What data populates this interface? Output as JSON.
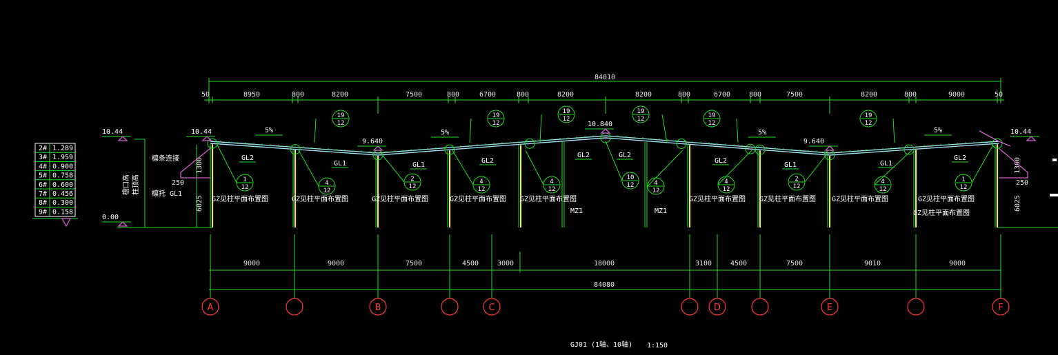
{
  "title": "GJ01 (1轴、10轴)",
  "scale": "1:150",
  "dims": {
    "top_total": "84010",
    "top_segments": [
      "50",
      "8950",
      "800",
      "8200",
      "7500",
      "800",
      "6700",
      "800",
      "8200",
      "8200",
      "800",
      "6700",
      "800",
      "7500",
      "8200",
      "800",
      "9000",
      "50"
    ],
    "bottom_segments": [
      "9000",
      "9000",
      "7500",
      "4500",
      "3000",
      "18000",
      "3100",
      "4500",
      "7500",
      "9010",
      "9000"
    ],
    "bottom_total": "84080",
    "column_height": "6025",
    "haunch": "1300",
    "offset": "250"
  },
  "elevations": {
    "left_top": "10.44",
    "right_top": "10.44",
    "ground": "0.00",
    "valley_left": "9.640",
    "valley_right": "9.640",
    "ridge": "10.840"
  },
  "slopes": [
    "5%",
    "5%",
    "5%",
    "5%"
  ],
  "axes": [
    "A",
    "",
    "B",
    "",
    "C",
    "",
    "D",
    "",
    "E",
    "",
    "F"
  ],
  "labels": {
    "gl1": "GL1",
    "gl2": "GL2",
    "gz": "GZ见柱平面布置图",
    "mz1": "MZ1"
  },
  "details": [
    {
      "top": "19",
      "bottom": "12"
    },
    {
      "top": "1",
      "bottom": "12"
    },
    {
      "top": "4",
      "bottom": "12"
    },
    {
      "top": "2",
      "bottom": "12"
    },
    {
      "top": "10",
      "bottom": "12"
    }
  ],
  "table": [
    [
      "2#",
      "1.289"
    ],
    [
      "3#",
      "1.959"
    ],
    [
      "4#",
      "0.900"
    ],
    [
      "5#",
      "0.758"
    ],
    [
      "6#",
      "0.600"
    ],
    [
      "7#",
      "0.456"
    ],
    [
      "8#",
      "0.300"
    ],
    [
      "9#",
      "0.158"
    ]
  ]
}
